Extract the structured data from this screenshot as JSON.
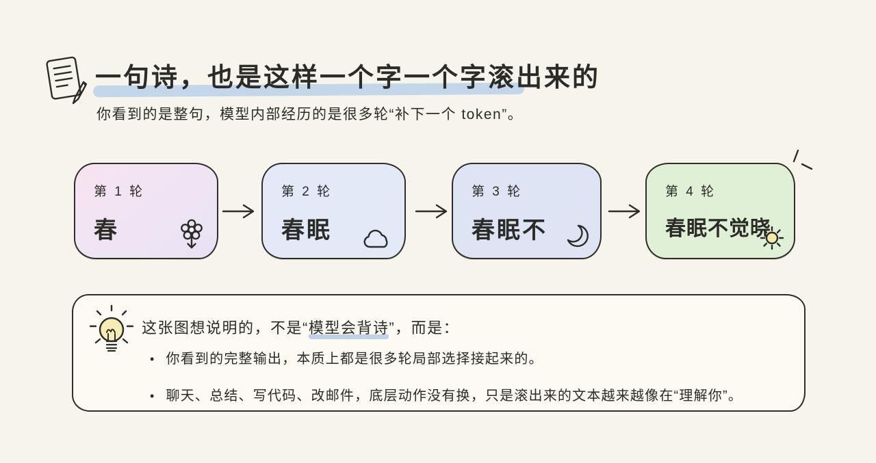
{
  "page": {
    "background": "#f7f4ec",
    "ink": "#2b2b27",
    "highlight_blue": "#b7cee9",
    "accent_yellow": "#f6edb4"
  },
  "header": {
    "title": "一句诗，也是这样一个字一个字滚出来的",
    "subtitle": "你看到的是整句，模型内部经历的是很多轮“补下一个 token”。",
    "icon": "note-pencil-icon"
  },
  "arrow_glyph": "→",
  "rounds": [
    {
      "label": "第 1 轮",
      "token": "春",
      "icon": "flower-icon",
      "bg": "linear-gradient(140deg, #f8e3f0 0%, #efe4f4 55%, #e9e2f4 100%)"
    },
    {
      "label": "第 2 轮",
      "token": "春眠",
      "icon": "cloud-icon",
      "bg": "#e2eaf8"
    },
    {
      "label": "第 3 轮",
      "token": "春眠不",
      "icon": "moon-icon",
      "bg": "#dee4f4"
    },
    {
      "label": "第 4 轮",
      "token": "春眠不觉晓",
      "icon": "sun-icon",
      "bg": "#dff0d7"
    }
  ],
  "note": {
    "icon": "lightbulb-icon",
    "heading_prefix": "这张图想说明的，不是“",
    "heading_highlight": "模型会背诗",
    "heading_suffix": "”，而是：",
    "bullet_glyph": "•",
    "bullets": [
      "你看到的完整输出，本质上都是很多轮局部选择接起来的。",
      "聊天、总结、写代码、改邮件，底层动作没有换，只是滚出来的文本越来越像在“理解你”。"
    ]
  }
}
